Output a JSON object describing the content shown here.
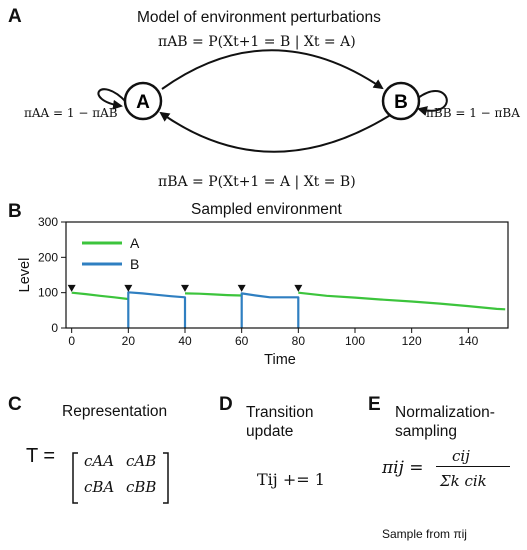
{
  "panels": {
    "A": {
      "letter": "A",
      "title": "Model of environment perturbations",
      "node_a": "A",
      "node_b": "B",
      "eq_ab": "πAB = P(Xt+1 = B | Xt = A)",
      "eq_ba": "πBA = P(Xt+1 = A | Xt = B)",
      "eq_aa": "πAA = 1 − πAB",
      "eq_bb": "πBB = 1 − πBA"
    },
    "B": {
      "letter": "B",
      "title": "Sampled environment"
    },
    "C": {
      "letter": "C",
      "title": "Representation",
      "matrix_lhs": "T =",
      "cells": [
        "cAA",
        "cAB",
        "cBA",
        "cBB"
      ]
    },
    "D": {
      "letter": "D",
      "title_line1": "Transition",
      "title_line2": "update",
      "equation": "Tij += 1"
    },
    "E": {
      "letter": "E",
      "title_line1": "Normalization-",
      "title_line2": "sampling",
      "lhs": "πij =",
      "numerator": "cij",
      "denominator": "Σk cik",
      "note": "Sample from πij"
    }
  },
  "chart_data": {
    "type": "line",
    "title": "Sampled environment",
    "xlabel": "Time",
    "ylabel": "Level",
    "xlim": [
      -2,
      154
    ],
    "ylim": [
      0,
      300
    ],
    "xticks": [
      0,
      20,
      40,
      60,
      80,
      100,
      120,
      140
    ],
    "yticks": [
      0,
      100,
      200,
      300
    ],
    "legend_position": "top-left",
    "series": [
      {
        "name": "A",
        "color": "#3cc43c",
        "segments": [
          [
            [
              0,
              100
            ],
            [
              5,
              96
            ],
            [
              10,
              91
            ],
            [
              15,
              87
            ],
            [
              20,
              82
            ]
          ],
          [
            [
              40,
              98
            ],
            [
              45,
              97
            ],
            [
              50,
              95
            ],
            [
              55,
              93
            ],
            [
              60,
              92
            ]
          ],
          [
            [
              80,
              100
            ],
            [
              90,
              91
            ],
            [
              100,
              86
            ],
            [
              110,
              80
            ],
            [
              120,
              75
            ],
            [
              130,
              69
            ],
            [
              140,
              62
            ],
            [
              150,
              54
            ],
            [
              153,
              53
            ]
          ]
        ]
      },
      {
        "name": "B",
        "color": "#2f7fc1",
        "segments": [
          [
            [
              20,
              0
            ],
            [
              20,
              101
            ],
            [
              25,
              98
            ],
            [
              30,
              94
            ],
            [
              35,
              90
            ],
            [
              40,
              87
            ],
            [
              40,
              0
            ]
          ],
          [
            [
              60,
              0
            ],
            [
              60,
              98
            ],
            [
              65,
              92
            ],
            [
              70,
              87
            ],
            [
              75,
              87
            ],
            [
              80,
              87
            ],
            [
              80,
              0
            ]
          ]
        ]
      }
    ],
    "switch_markers": [
      0,
      20,
      40,
      60,
      80
    ],
    "marker_color": "#111111"
  }
}
